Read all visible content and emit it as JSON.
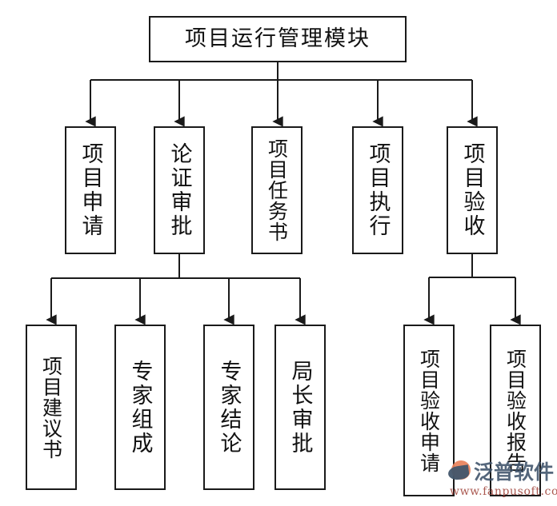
{
  "diagram": {
    "title": "项目运行管理模块",
    "orientation": "top-down",
    "line_color": "#1a1a1a",
    "box_fill": "#ffffff"
  },
  "nodes": {
    "root": {
      "label": "项目运行管理模块"
    },
    "level2": [
      {
        "label": "项目申请"
      },
      {
        "label": "论证审批"
      },
      {
        "label": "项目任务书"
      },
      {
        "label": "项目执行"
      },
      {
        "label": "项目验收"
      }
    ],
    "level3_left": [
      {
        "label": "项目建议书"
      },
      {
        "label": "专家组成"
      },
      {
        "label": "专家结论"
      },
      {
        "label": "局长审批"
      }
    ],
    "level3_right": [
      {
        "label": "项目验收申请"
      },
      {
        "label": "项目验收报告"
      }
    ]
  },
  "watermark": {
    "brand": "泛普软件",
    "url": "www.fanpusoft.com",
    "mark_color": "#e8815a",
    "brand_color": "#3d5169",
    "url_color": "#9c3c32"
  }
}
